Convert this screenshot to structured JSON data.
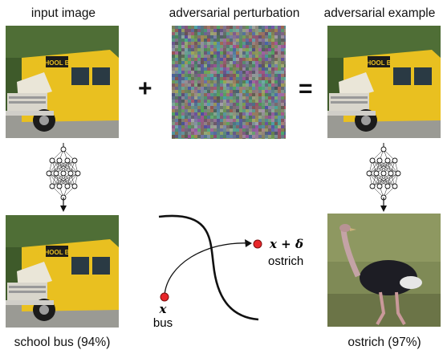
{
  "labels": {
    "input_image": "input image",
    "adversarial_perturbation": "adversarial perturbation",
    "adversarial_example": "adversarial example",
    "plus": "+",
    "equals": "=",
    "pred_input": "school bus (94%)",
    "pred_adversarial": "ostrich (97%)"
  },
  "feature_space": {
    "x_symbol": "x",
    "x_label": "bus",
    "xd_symbol": "x + δ",
    "xd_label": "ostrich"
  },
  "images": {
    "bus_text": "SCHOOL BUS"
  },
  "icons": {
    "network": "neural-network-icon",
    "arrow": "down-arrow-icon"
  },
  "colors": {
    "bus_yellow": "#e9c020",
    "point_red": "#e8262a",
    "ostrich_black": "#1d1d24",
    "grass": "#7f8a56"
  }
}
